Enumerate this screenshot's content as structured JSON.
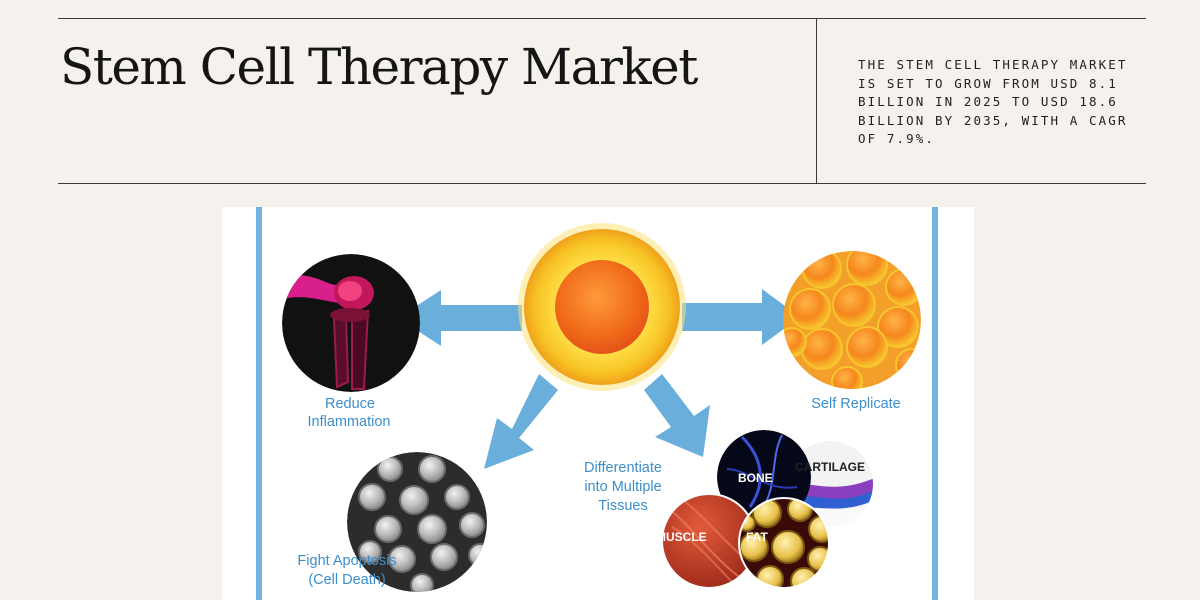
{
  "header": {
    "title": "Stem Cell Therapy Market",
    "summary": "The Stem Cell Therapy Market is set to grow from USD 8.1 billion in 2025 to USD 18.6 billion by 2035, with a CAGR of 7.9%."
  },
  "figure": {
    "labels": {
      "reduce_inflammation": [
        "Reduce",
        "Inflammation"
      ],
      "self_replicate": "Self Replicate",
      "fight_apoptosis": [
        "Fight Apoptosis",
        "(Cell Death)"
      ],
      "differentiate": [
        "Differentiate",
        "into Multiple",
        "Tissues"
      ]
    },
    "tissues": {
      "bone": "BONE",
      "cartilage": "CARTILAGE",
      "muscle": "MUSCLE",
      "fat": "FAT"
    },
    "colors": {
      "arrow": "#6aaedb",
      "label_text": "#3d8fc9",
      "frame_border": "#76b2de",
      "cell_outer": "#f7c325",
      "cell_core": "#f07a1c"
    }
  }
}
